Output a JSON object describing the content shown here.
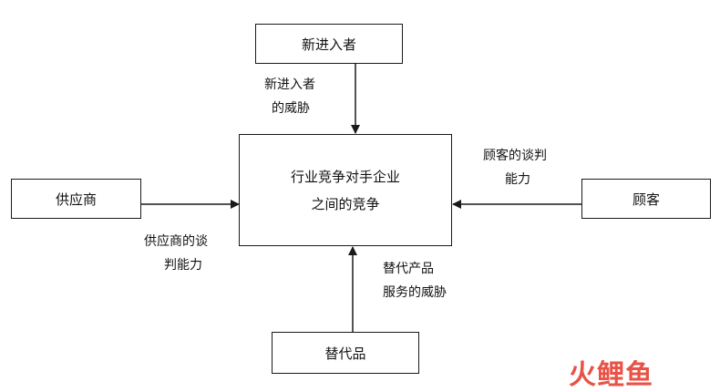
{
  "boxes": {
    "new_entrants": "新进入者",
    "center_line1": "行业竞争对手企业",
    "center_line2": "之间的竞争",
    "suppliers": "供应商",
    "buyers": "顾客",
    "substitutes": "替代品"
  },
  "labels": {
    "new_entrants_threat": [
      "新进入者",
      "的威胁"
    ],
    "buyer_power": [
      "顾客的谈判",
      "能力"
    ],
    "supplier_power": [
      "供应商的谈",
      "判能力"
    ],
    "substitute_threat": [
      "替代产品",
      "服务的威胁"
    ]
  },
  "watermark": "火鲤鱼",
  "colors": {
    "line": "#1a1a1a",
    "watermark": "#e63b2e"
  }
}
